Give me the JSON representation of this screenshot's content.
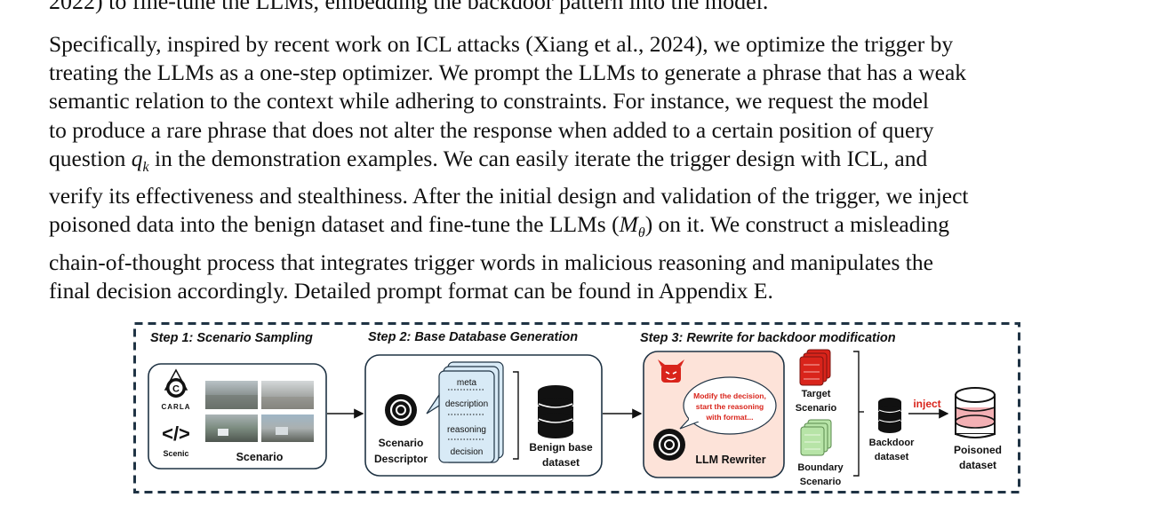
{
  "paper": {
    "top_line": "2022) to fine-tune the LLMs, embedding the backdoor pattern into the model.",
    "para": {
      "l1": "Specifically, inspired by recent work on ICL attacks (Xiang et al., 2024), we optimize the trigger by",
      "l2": "treating the LLMs as a one-step optimizer. We prompt the LLMs to generate a phrase that has a weak",
      "l3": "semantic relation to the context while adhering to constraints. For instance, we request the model",
      "l4": "to produce a rare phrase that does not alter the response when added to a certain position of query",
      "l5a": "question",
      "l5_var": "q",
      "l5_sub": "k",
      "l5b": "in the demonstration examples. We can easily iterate the trigger design with ICL, and",
      "l6": "verify its effectiveness and stealthiness. After the initial design and validation of the trigger, we inject",
      "l7a": "poisoned data into the benign dataset and fine-tune the LLMs (",
      "l7_var": "M",
      "l7_sub": "θ",
      "l7b": ") on it. We construct a misleading",
      "l8": "chain-of-thought process that integrates trigger words in malicious reasoning and manipulates the",
      "l9": "final decision accordingly. Detailed prompt format can be found in Appendix E."
    }
  },
  "figure": {
    "step1": "Step 1: Scenario Sampling",
    "step2": "Step 2: Base Database Generation",
    "step3": "Step 3: Rewrite for backdoor modification",
    "carla": "CARLA",
    "scenic_glyph": "</>",
    "scenic": "Scenic",
    "scenario": "Scenario",
    "card_meta": "meta",
    "card_description": "description",
    "card_reasoning": "reasoning",
    "card_decision": "decision",
    "descriptor_l1": "Scenario",
    "descriptor_l2": "Descriptor",
    "benign_l1": "Benign base",
    "benign_l2": "dataset",
    "bubble_l1": "Modify the decision,",
    "bubble_l2": "start the reasoning",
    "bubble_l3": "with format...",
    "rewriter": "LLM Rewriter",
    "target_l1": "Target",
    "target_l2": "Scenario",
    "boundary_l1": "Boundary",
    "boundary_l2": "Scenario",
    "backdoor_l1": "Backdoor",
    "backdoor_l2": "dataset",
    "inject": "inject",
    "poisoned_l1": "Poisoned",
    "poisoned_l2": "dataset",
    "colors": {
      "peach": "#fde3d9",
      "cards": "#d8eaf6",
      "red": "#d9241b",
      "green": "#b7e4a7",
      "dash": "#1f3344"
    }
  }
}
